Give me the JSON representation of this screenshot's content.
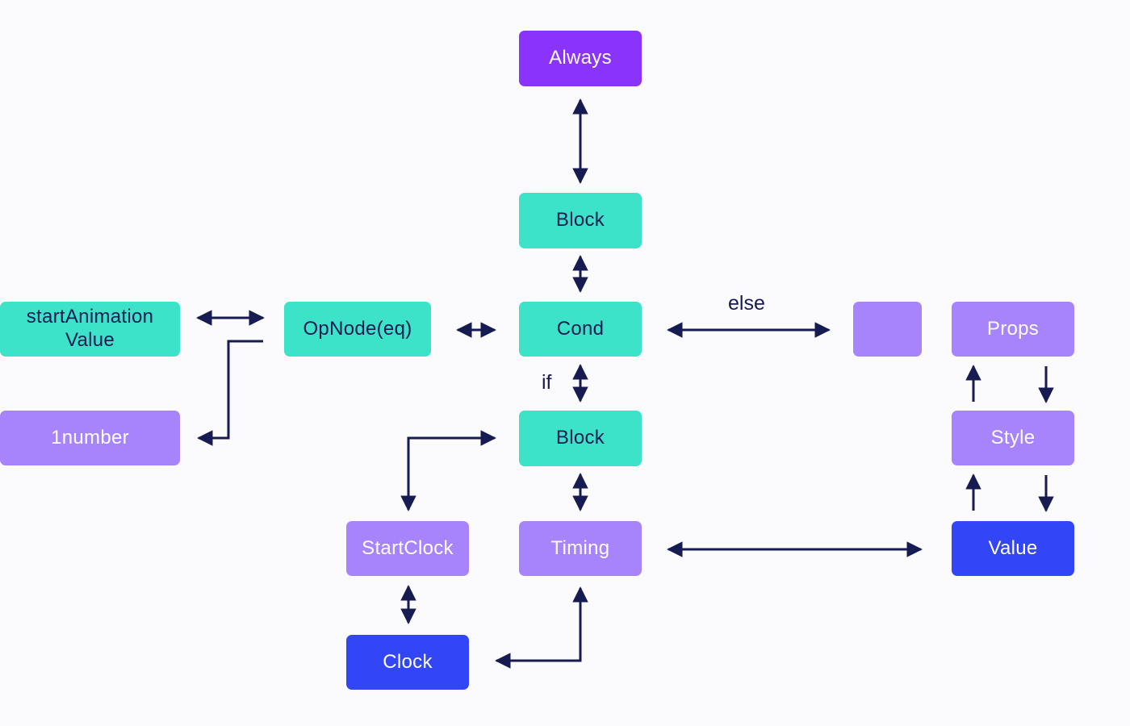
{
  "nodes": {
    "always": "Always",
    "block_top": "Block",
    "cond": "Cond",
    "opnode": "OpNode(eq)",
    "start_animation": "startAnimation Value",
    "one_number": "1number",
    "else_target": "",
    "props": "Props",
    "block_if": "Block",
    "style": "Style",
    "start_clock": "StartClock",
    "timing": "Timing",
    "value": "Value",
    "clock": "Clock"
  },
  "edge_labels": {
    "else": "else",
    "if": "if"
  },
  "colors": {
    "teal": "#3de3c8",
    "lilac": "#a783fc",
    "violet": "#8a33fb",
    "blue": "#3246f7",
    "arrow": "#161b52",
    "background": "#fbfafd"
  }
}
